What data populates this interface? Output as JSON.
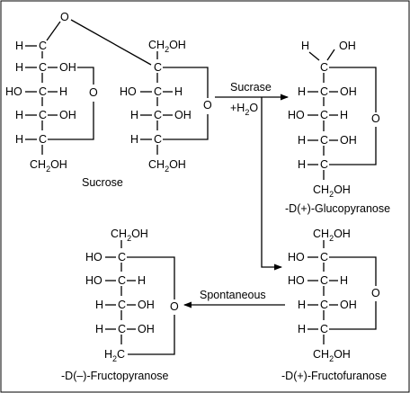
{
  "diagram": {
    "caption_sucrose": "Sucrose",
    "caption_glucopyranose": "-D(+)-Glucopyranose",
    "caption_fructofuranose": "-D(+)-Fructofuranose",
    "caption_fructopyranose": "-D(–)-Fructopyranose",
    "arrow_top_label": "Sucrase",
    "arrow_top_label2": "+H",
    "arrow_top_label2_sub": "2",
    "arrow_top_label2_tail": "O",
    "arrow_bottom_label": "Spontaneous",
    "atoms": {
      "O": "O",
      "H": "H",
      "C": "C",
      "OH": "OH",
      "HO": "HO",
      "CH2OH_main": "CH",
      "CH2OH_sub": "2",
      "CH2OH_tail": "OH",
      "H2C_main": "H",
      "H2C_sub": "2",
      "H2C_tail": "C"
    }
  }
}
